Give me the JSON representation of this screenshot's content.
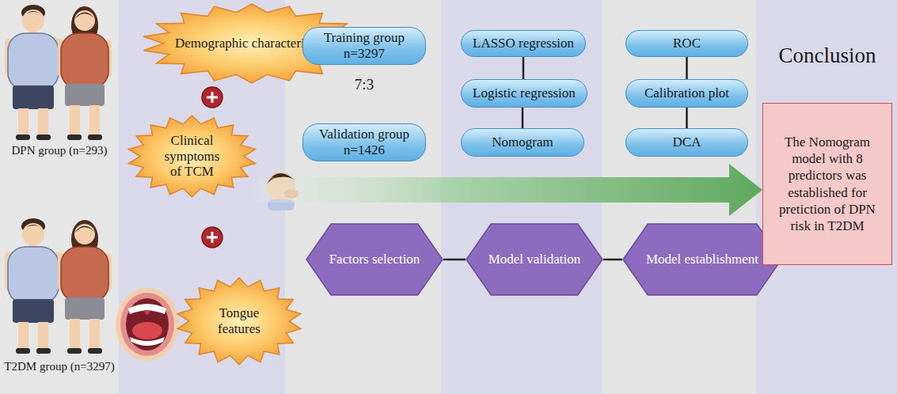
{
  "diagram": {
    "nodes": [
      {
        "text": [
          "Demographic characteristics"
        ]
      },
      {
        "text": [
          "Clinical symptoms of TCM"
        ]
      },
      {
        "text": [
          "Tongue features"
        ]
      },
      {
        "text": [
          "Training group",
          "n=3297"
        ]
      },
      {
        "text": [
          "Validation group",
          "n=1426"
        ]
      },
      {
        "text": [
          "LASSO regression"
        ]
      },
      {
        "text": [
          "Logistic regression"
        ]
      },
      {
        "text": [
          "Nomogram"
        ]
      },
      {
        "text": [
          "ROC"
        ]
      },
      {
        "text": [
          "Calibration plot"
        ]
      },
      {
        "text": [
          "DCA"
        ]
      },
      {
        "text": [
          "Factors selection"
        ]
      },
      {
        "text": [
          "Model validation"
        ]
      },
      {
        "text": [
          "Model establishment"
        ]
      },
      {
        "text": [
          "Conclusion",
          "The Nomogram model with 8 predictors was established for pretiction of DPN risk in T2DM"
        ]
      }
    ],
    "edges": [
      {
        "from": 5,
        "to": 6,
        "arrow": "none"
      },
      {
        "from": 6,
        "to": 7,
        "arrow": "none"
      },
      {
        "from": 8,
        "to": 9,
        "arrow": "none"
      },
      {
        "from": 9,
        "to": 10,
        "arrow": "none"
      },
      {
        "from": 11,
        "to": 12,
        "arrow": "none"
      },
      {
        "from": 12,
        "to": 13,
        "arrow": "none"
      },
      {
        "from": 1,
        "to": 14,
        "arrow": "to"
      }
    ],
    "labels": [
      "DPN group (n=293)",
      "T2DM group (n=3297)",
      "7:3"
    ]
  }
}
